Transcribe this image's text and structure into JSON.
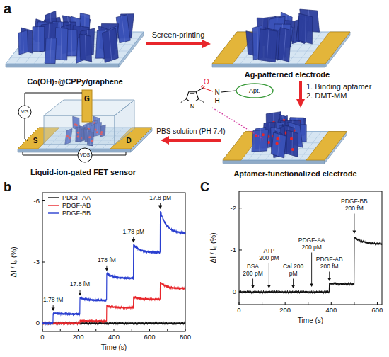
{
  "diagram": {
    "nodes": [
      {
        "text": [
          "Co(OH)₂@CPPy/graphene"
        ]
      },
      {
        "text": [
          "Ag-patterned electrode"
        ]
      },
      {
        "text": [
          "Aptamer-functionalized electrode"
        ]
      },
      {
        "text": [
          "Liquid-ion-gated FET sensor"
        ]
      }
    ],
    "edges": [
      {
        "from": 0,
        "to": 1,
        "arrow": "to",
        "label": "Screen-printing"
      },
      {
        "from": 1,
        "to": 2,
        "arrow": "to",
        "label": "1. Binding aptamer 2. DMT-MM"
      },
      {
        "from": 2,
        "to": 3,
        "arrow": "to",
        "label": "PBS solution (PH 7.4)"
      }
    ],
    "labels": [
      "a",
      "O",
      "N",
      "H",
      "N",
      "Apt.",
      "G",
      "VG",
      "S",
      "D",
      "VDS",
      "b",
      "1.78 fM",
      "17.8 fM",
      "178 fM",
      "1.78 pM",
      "17.8 pM",
      "0",
      "-3",
      "-6",
      "0",
      "200",
      "400",
      "600",
      "800",
      "ΔI / I₀ (%)",
      "Time (s)",
      "C",
      "BSA 200 pM",
      "ATP 200 pM",
      "Cal 200 pM",
      "PDGF-AA 200 pM",
      "PDGF-AB 200 fM",
      "PDGF-BB 200 fM",
      "0",
      "-1",
      "-2",
      "0",
      "200",
      "400",
      "600",
      "ΔI / I₀ (%)",
      "Time (s)"
    ],
    "legend": [
      {
        "text": "PDGF-AA"
      },
      {
        "text": "PDGF-AB"
      },
      {
        "text": "PDGF-BB"
      }
    ]
  }
}
